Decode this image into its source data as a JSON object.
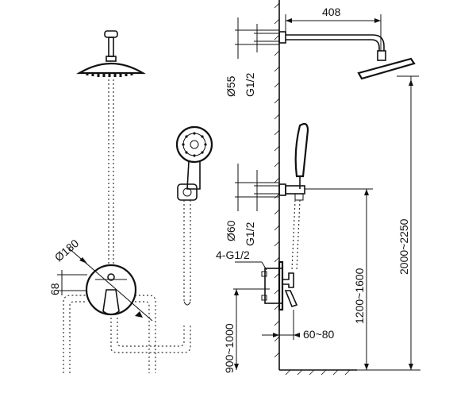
{
  "labels": {
    "arm_length": "408",
    "flange_dia_top": "Ø55",
    "thread_top": "G1/2",
    "flange_dia_mid": "Ø60",
    "thread_mid": "G1/2",
    "valve_thread": "4-G1/2",
    "valve_height": "900~1000",
    "wall_offset": "60~80",
    "holder_height": "1200~1600",
    "head_height": "2000~2250",
    "plate_dia": "Ø180",
    "plate_depth": "68"
  }
}
